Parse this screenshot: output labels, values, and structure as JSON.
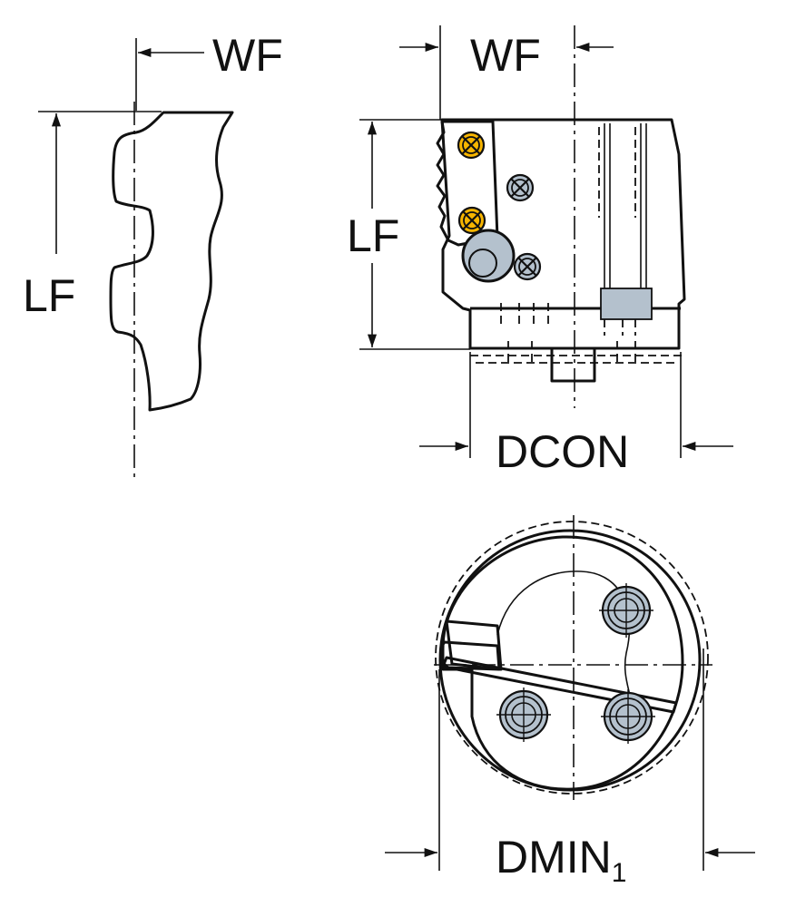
{
  "labels": {
    "left_wf": "WF",
    "left_lf": "LF",
    "right_wf": "WF",
    "right_lf": "LF",
    "dcon": "DCON",
    "dmin_main": "DMIN",
    "dmin_sub": "1"
  },
  "colors": {
    "insert": "#F7B500",
    "body": "#B4C1CD",
    "outline": "#111111",
    "background": "#FFFFFF"
  },
  "icons": {
    "screw": "crosshair-screw-icon"
  }
}
